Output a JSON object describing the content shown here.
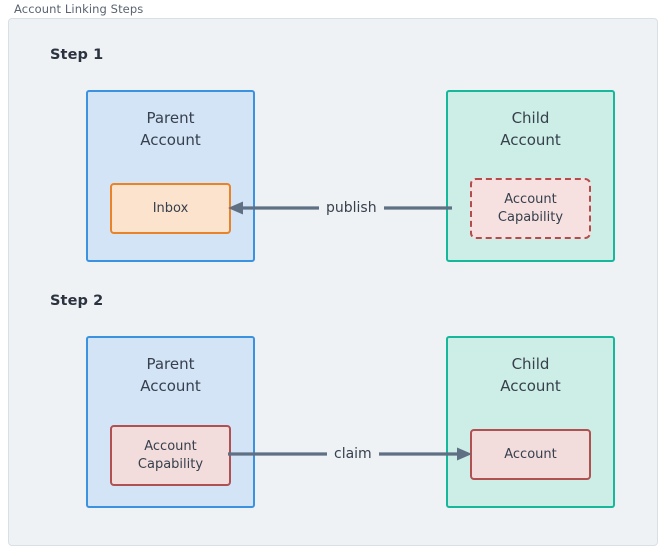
{
  "diagram": {
    "title": "Account Linking Steps",
    "colors": {
      "canvas": "#eff2f5",
      "frame_border": "#d9dfe5",
      "parent_fill": "#d3e4f7",
      "parent_border": "#3a92e0",
      "child_fill": "#cdeee6",
      "child_border": "#16b79b",
      "inbox_fill": "#fce3cd",
      "inbox_border": "#e8832a",
      "capability_fill": "#f6e0e0",
      "capability_border": "#b54b4b",
      "arrow": "#5f7084",
      "text": "#37404d"
    },
    "steps": [
      {
        "label": "Step 1",
        "parent": {
          "title": "Parent\nAccount",
          "inner": {
            "label": "Inbox",
            "style": "solid-orange"
          }
        },
        "child": {
          "title": "Child\nAccount",
          "inner": {
            "label": "Account\nCapability",
            "style": "dashed-red"
          }
        },
        "arrow": {
          "label": "publish",
          "direction": "left",
          "from": "child",
          "to": "parent"
        }
      },
      {
        "label": "Step 2",
        "parent": {
          "title": "Parent\nAccount",
          "inner": {
            "label": "Account\nCapability",
            "style": "solid-red"
          }
        },
        "child": {
          "title": "Child\nAccount",
          "inner": {
            "label": "Account",
            "style": "solid-red"
          }
        },
        "arrow": {
          "label": "claim",
          "direction": "right",
          "from": "parent",
          "to": "child"
        }
      }
    ]
  }
}
